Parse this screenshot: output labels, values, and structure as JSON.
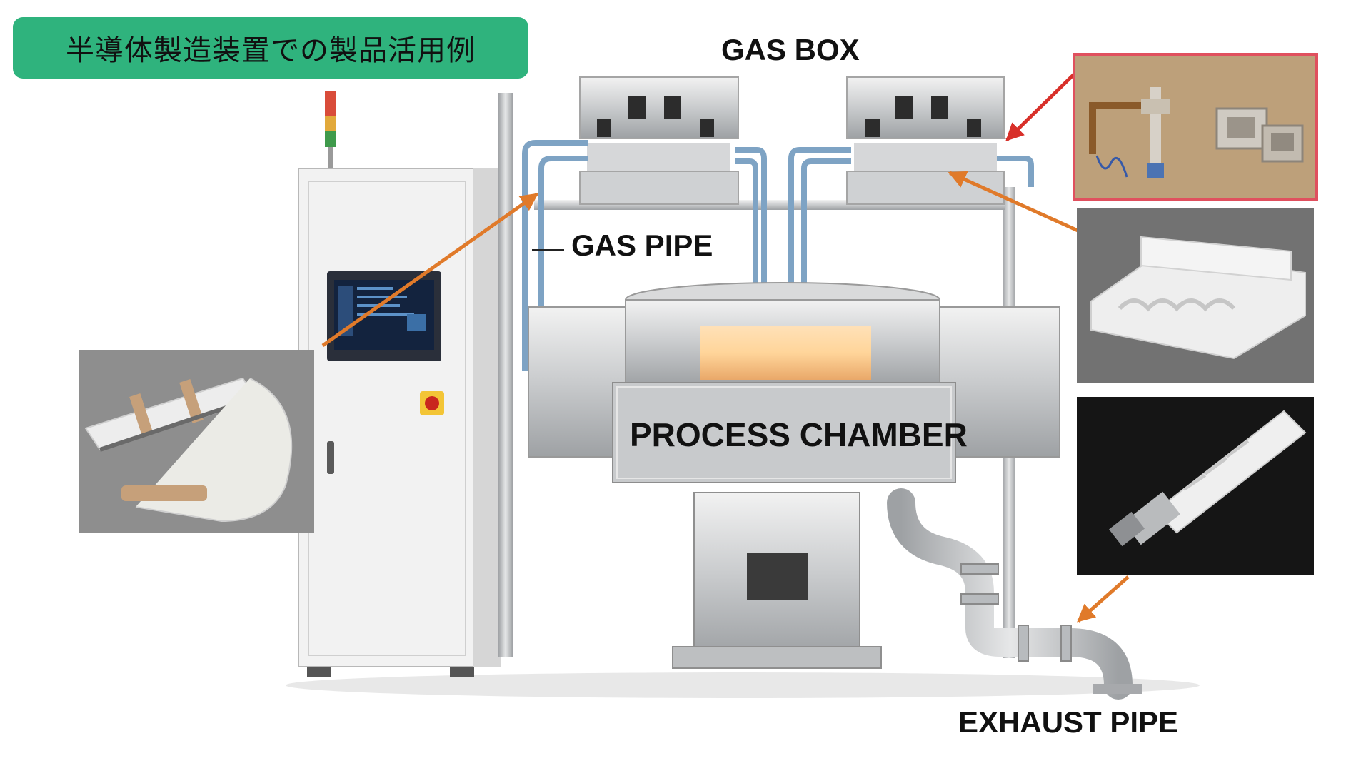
{
  "title": "半導体製造装置での製品活用例",
  "labels": {
    "gas_box": "GAS BOX",
    "gas_pipe": "GAS PIPE",
    "process_chamber": "PROCESS CHAMBER",
    "exhaust_pipe": "EXHAUST PIPE"
  },
  "colors": {
    "title_badge": "#2fb37d",
    "arrow_orange": "#e07a2a",
    "arrow_red": "#d8302a",
    "highlight_border": "#e0505e",
    "pipe_blue": "#7ea3c4"
  },
  "photos": [
    {
      "id": "valve-parts",
      "highlighted": true
    },
    {
      "id": "foam-insulation"
    },
    {
      "id": "pipe-wrap"
    },
    {
      "id": "pipe-jacket"
    }
  ]
}
